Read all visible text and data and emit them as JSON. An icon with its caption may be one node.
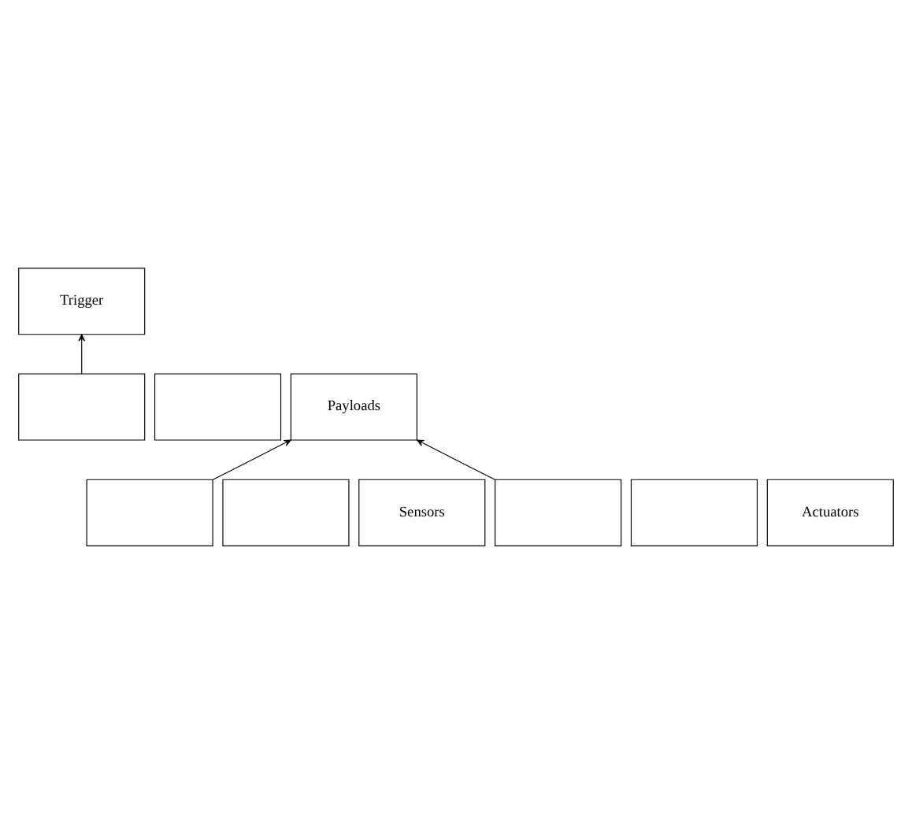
{
  "diagram": {
    "nodes": [
      {
        "text": [
          "Trigger"
        ]
      },
      {
        "text": [],
        "shape": "box"
      },
      {
        "text": [],
        "shape": "box"
      },
      {
        "text": [
          "Payloads"
        ]
      },
      {
        "text": [],
        "shape": "box"
      },
      {
        "text": [],
        "shape": "box"
      },
      {
        "text": [
          "Sensors"
        ]
      },
      {
        "text": [],
        "shape": "box"
      },
      {
        "text": [],
        "shape": "box"
      },
      {
        "text": [
          "Actuators"
        ]
      }
    ],
    "edges": [
      {
        "from": 1,
        "to": 0,
        "arrow": "to"
      },
      {
        "from": 4,
        "to": 3,
        "arrow": "to"
      },
      {
        "from": 7,
        "to": 3,
        "arrow": "to"
      }
    ]
  }
}
